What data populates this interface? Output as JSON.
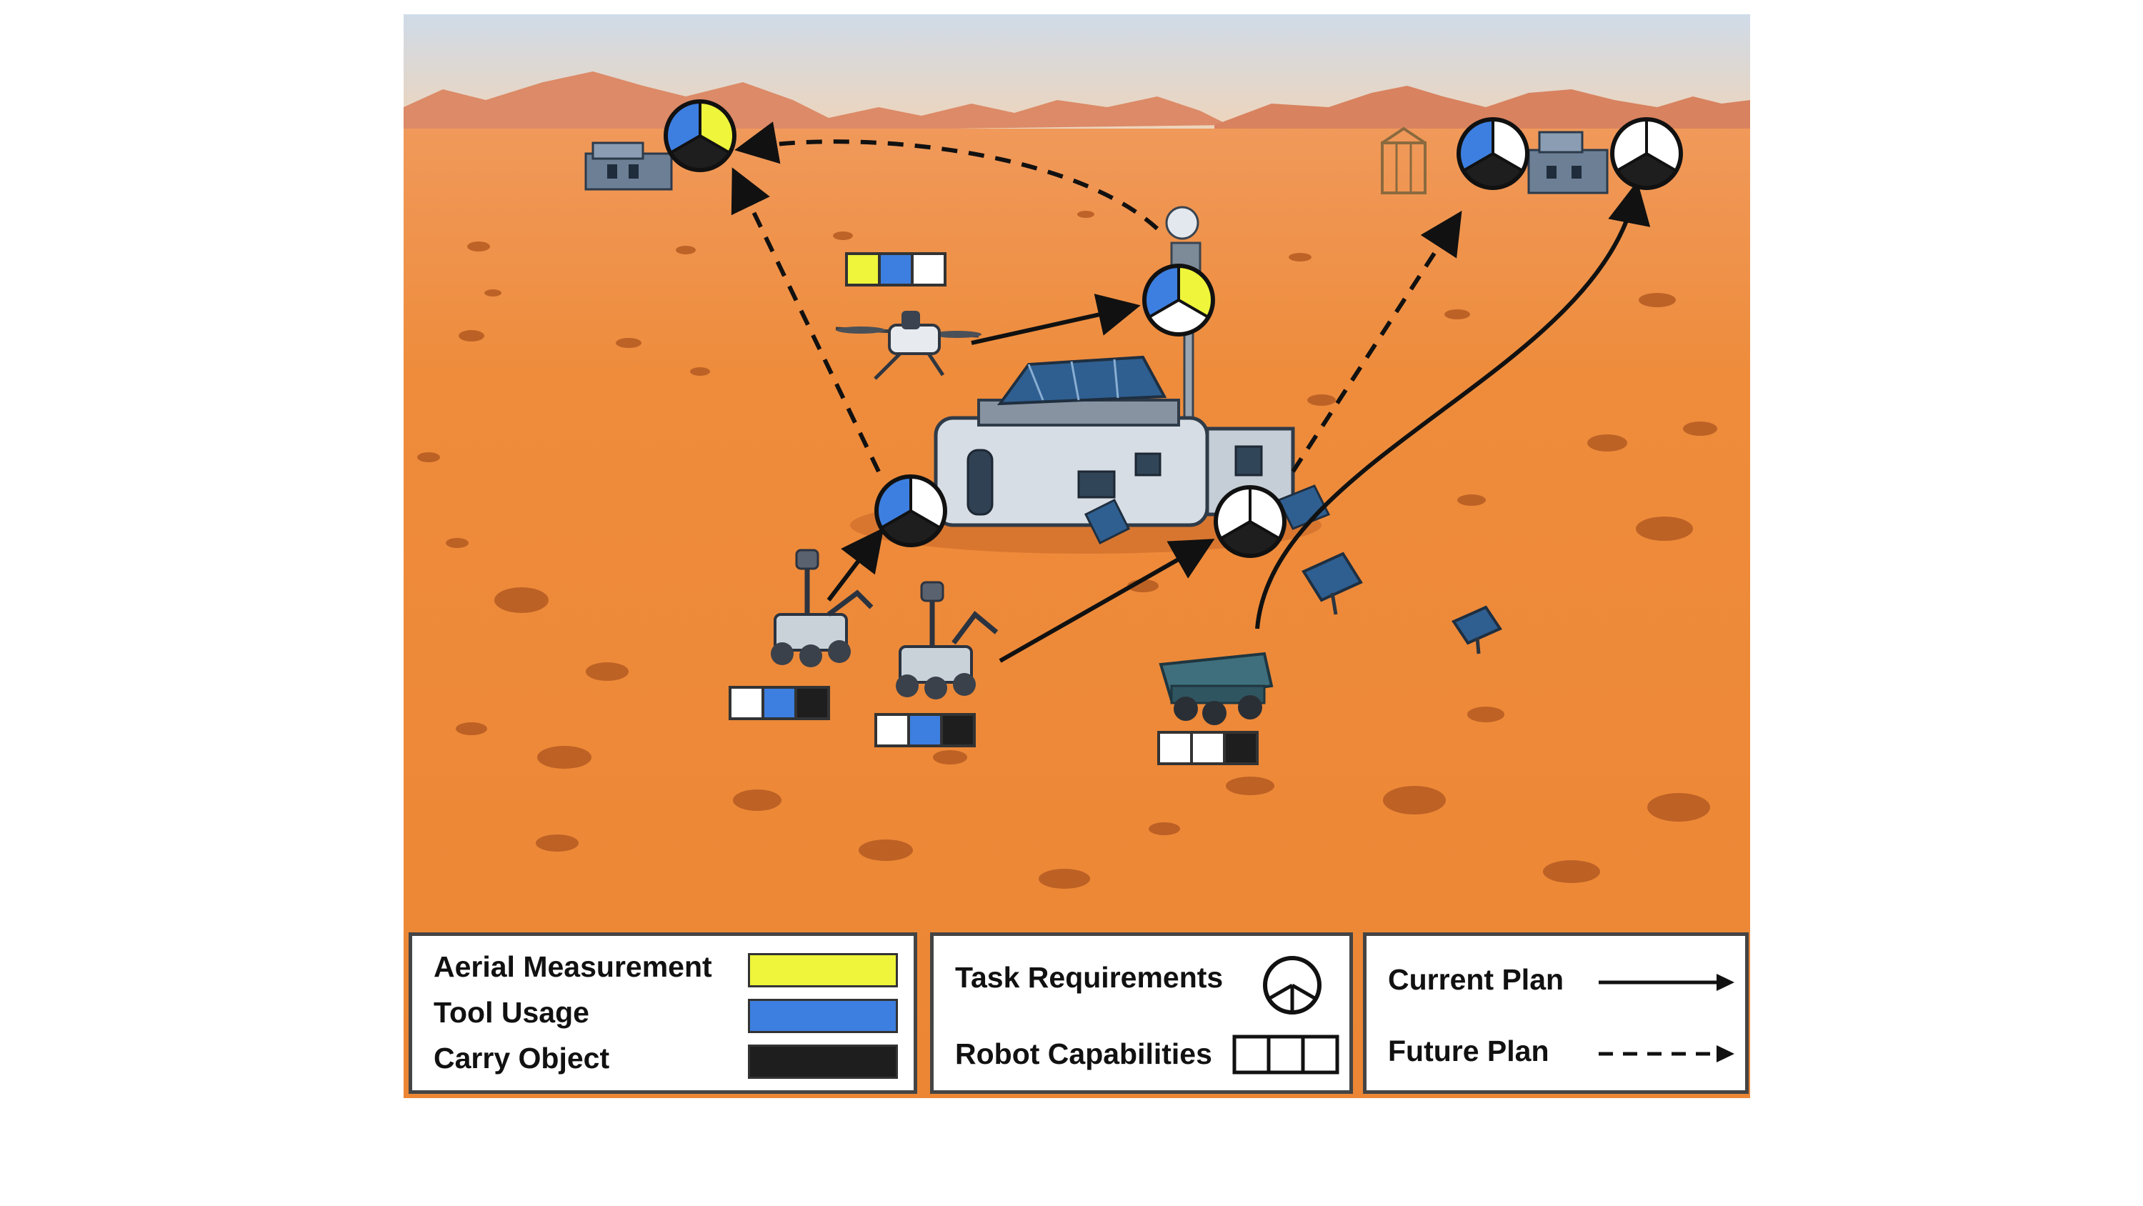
{
  "legend": {
    "capabilities": [
      {
        "label": "Aerial Measurement",
        "color": "#eef53a"
      },
      {
        "label": "Tool Usage",
        "color": "#3d7fe0"
      },
      {
        "label": "Carry Object",
        "color": "#1e1e1e"
      }
    ],
    "symbols": {
      "task_label": "Task Requirements",
      "robot_label": "Robot Capabilities"
    },
    "plans": {
      "current_label": "Current Plan",
      "future_label": "Future Plan"
    }
  },
  "colors": {
    "sky_top": "#cfdbe8",
    "sky_bottom": "#f3d3b4",
    "ground": "#ef8a38",
    "empty_slot": "#ffffff"
  },
  "icons": [
    "drone-icon",
    "rover-icon",
    "cart-icon",
    "habitat-icon",
    "antenna-icon",
    "solar-panel-icon",
    "outpost-icon"
  ],
  "tasks": [
    {
      "id": "task-outpost-left",
      "segments": [
        "tool",
        "aerial",
        "carry"
      ]
    },
    {
      "id": "task-antenna",
      "segments": [
        "tool",
        "aerial",
        "empty"
      ]
    },
    {
      "id": "task-habitat-left",
      "segments": [
        "tool",
        "empty",
        "carry"
      ]
    },
    {
      "id": "task-habitat-right",
      "segments": [
        "empty",
        "empty",
        "carry"
      ]
    },
    {
      "id": "task-outpost-right-a",
      "segments": [
        "tool",
        "empty",
        "carry"
      ]
    },
    {
      "id": "task-outpost-right-b",
      "segments": [
        "empty",
        "empty",
        "carry"
      ]
    }
  ],
  "robots": [
    {
      "id": "drone",
      "capabilities": [
        "aerial",
        "tool",
        "empty"
      ]
    },
    {
      "id": "rover-1",
      "capabilities": [
        "empty",
        "tool",
        "carry"
      ]
    },
    {
      "id": "rover-2",
      "capabilities": [
        "empty",
        "tool",
        "carry"
      ]
    },
    {
      "id": "cart",
      "capabilities": [
        "empty",
        "empty",
        "carry"
      ]
    }
  ]
}
